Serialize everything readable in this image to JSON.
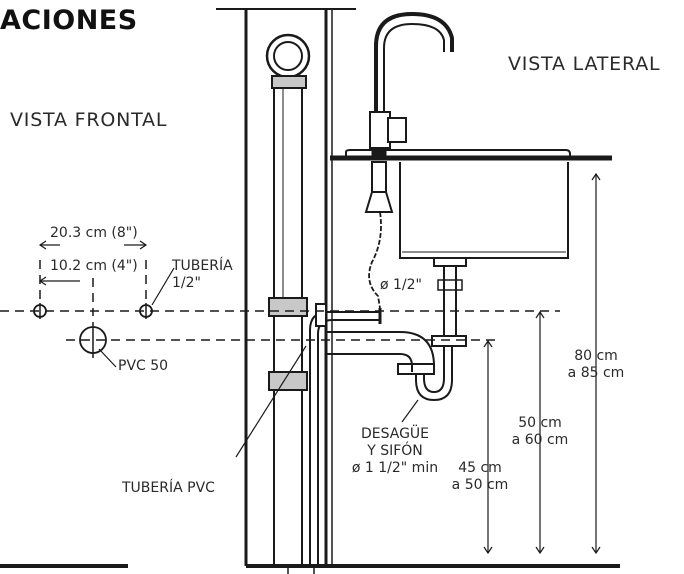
{
  "title": "ACIONES",
  "views": {
    "front": "VISTA FRONTAL",
    "side": "VISTA LATERAL"
  },
  "dimensions": {
    "outer_spacing": "20.3 cm (8\")",
    "inner_spacing": "10.2 cm (4\")",
    "supply_pipe": [
      "TUBERÍA",
      "1/2\""
    ],
    "drain_pipe": "PVC 50",
    "supply_diameter": "ø 1/2\"",
    "trap": [
      "DESAGÜE",
      "Y SIFÓN",
      "ø 1 1/2\" min"
    ],
    "wall_pipe": "TUBERÍA PVC",
    "height_sink": [
      "80 cm",
      "a 85 cm"
    ],
    "height_supply": [
      "50 cm",
      "a 60 cm"
    ],
    "height_drain": [
      "45 cm",
      "a 50 cm"
    ]
  },
  "colors": {
    "line": "#1a1a1a",
    "pipe_band": "#c8c8c8"
  }
}
